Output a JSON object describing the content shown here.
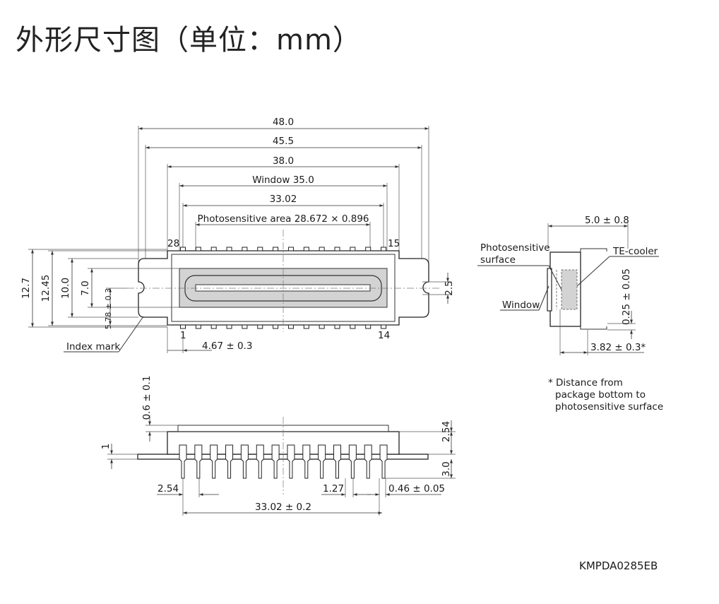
{
  "title": "外形尺寸图（单位：mm）",
  "top_view": {
    "dim_48": "48.0",
    "dim_455": "45.5",
    "dim_38": "38.0",
    "dim_window": "Window 35.0",
    "dim_3302": "33.02",
    "dim_photo": "Photosensitive area 28.672 × 0.896",
    "pin_28": "28",
    "pin_15": "15",
    "pin_1": "1",
    "pin_14": "14",
    "dim_127": "12.7",
    "dim_1245": "12.45",
    "dim_10": "10.0",
    "dim_7": "7.0",
    "dim_578": "5.78 ± 0.3",
    "dim_25": "2.5",
    "dim_467": "4.67 ± 0.3",
    "index_mark": "Index mark"
  },
  "side_view": {
    "photosensitive_line1": "Photosensitive",
    "photosensitive_line2": "surface",
    "window": "Window",
    "te_cooler": "TE-cooler",
    "dim_50": "5.0 ± 0.8",
    "dim_025": "0.25 ± 0.05",
    "dim_382": "3.82 ± 0.3*"
  },
  "note": {
    "line1": "* Distance from",
    "line2": "package bottom to",
    "line3": "photosensitive surface"
  },
  "front_view": {
    "dim_06": "0.6 ± 0.1",
    "dim_1": "1",
    "dim_254v": "2.54",
    "dim_30": "3.0",
    "dim_254h": "2.54",
    "dim_127": "1.27",
    "dim_046": "0.46 ± 0.05",
    "dim_3302": "33.02 ± 0.2"
  },
  "drawing_code": "KMPDA0285EB"
}
